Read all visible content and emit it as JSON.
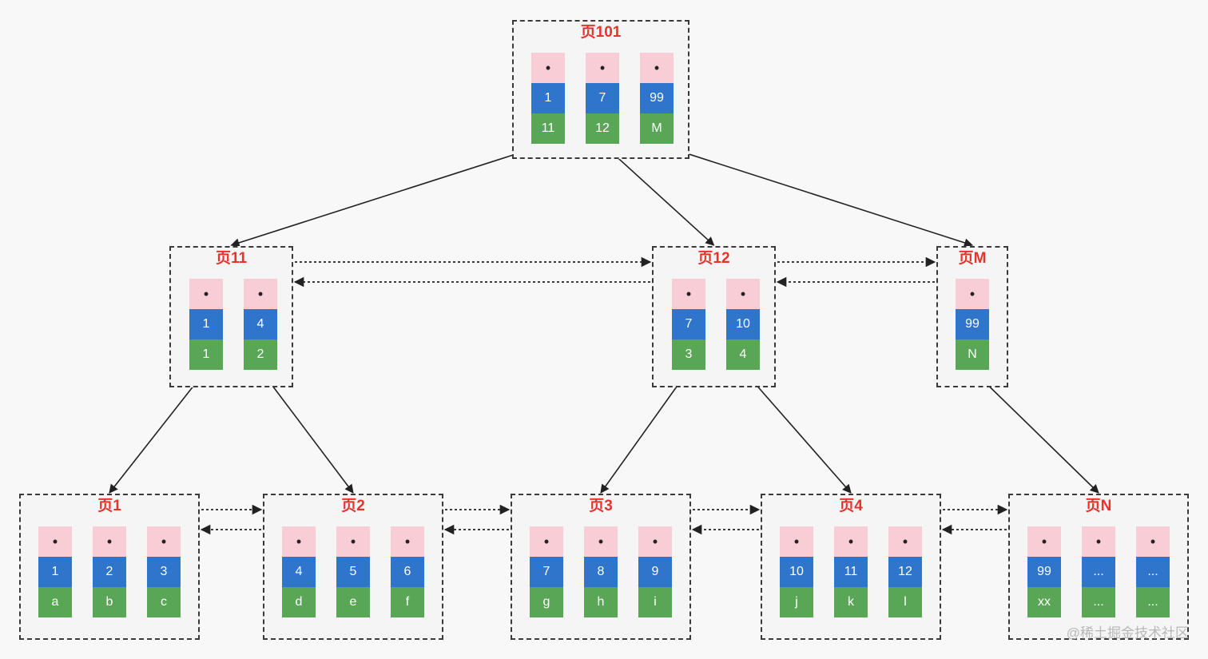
{
  "pages": [
    {
      "id": "p101",
      "title": "页101",
      "entries": [
        {
          "ptr": "•",
          "key": "1",
          "val": "11"
        },
        {
          "ptr": "•",
          "key": "7",
          "val": "12"
        },
        {
          "ptr": "•",
          "key": "99",
          "val": "M"
        }
      ]
    },
    {
      "id": "p11",
      "title": "页11",
      "entries": [
        {
          "ptr": "•",
          "key": "1",
          "val": "1"
        },
        {
          "ptr": "•",
          "key": "4",
          "val": "2"
        }
      ]
    },
    {
      "id": "p12",
      "title": "页12",
      "entries": [
        {
          "ptr": "•",
          "key": "7",
          "val": "3"
        },
        {
          "ptr": "•",
          "key": "10",
          "val": "4"
        }
      ]
    },
    {
      "id": "pM",
      "title": "页M",
      "entries": [
        {
          "ptr": "•",
          "key": "99",
          "val": "N"
        }
      ]
    },
    {
      "id": "p1",
      "title": "页1",
      "entries": [
        {
          "ptr": "•",
          "key": "1",
          "val": "a"
        },
        {
          "ptr": "•",
          "key": "2",
          "val": "b"
        },
        {
          "ptr": "•",
          "key": "3",
          "val": "c"
        }
      ]
    },
    {
      "id": "p2",
      "title": "页2",
      "entries": [
        {
          "ptr": "•",
          "key": "4",
          "val": "d"
        },
        {
          "ptr": "•",
          "key": "5",
          "val": "e"
        },
        {
          "ptr": "•",
          "key": "6",
          "val": "f"
        }
      ]
    },
    {
      "id": "p3",
      "title": "页3",
      "entries": [
        {
          "ptr": "•",
          "key": "7",
          "val": "g"
        },
        {
          "ptr": "•",
          "key": "8",
          "val": "h"
        },
        {
          "ptr": "•",
          "key": "9",
          "val": "i"
        }
      ]
    },
    {
      "id": "p4",
      "title": "页4",
      "entries": [
        {
          "ptr": "•",
          "key": "10",
          "val": "j"
        },
        {
          "ptr": "•",
          "key": "11",
          "val": "k"
        },
        {
          "ptr": "•",
          "key": "12",
          "val": "l"
        }
      ]
    },
    {
      "id": "pN",
      "title": "页N",
      "entries": [
        {
          "ptr": "•",
          "key": "99",
          "val": "xx"
        },
        {
          "ptr": "•",
          "key": "...",
          "val": "..."
        },
        {
          "ptr": "•",
          "key": "...",
          "val": "..."
        }
      ]
    }
  ],
  "tree_edges": [
    {
      "from": "p101",
      "entry": 0,
      "to": "p11"
    },
    {
      "from": "p101",
      "entry": 1,
      "to": "p12"
    },
    {
      "from": "p101",
      "entry": 2,
      "to": "pM"
    },
    {
      "from": "p11",
      "entry": 0,
      "to": "p1"
    },
    {
      "from": "p11",
      "entry": 1,
      "to": "p2"
    },
    {
      "from": "p12",
      "entry": 0,
      "to": "p3"
    },
    {
      "from": "p12",
      "entry": 1,
      "to": "p4"
    },
    {
      "from": "pM",
      "entry": 0,
      "to": "pN"
    }
  ],
  "sibling_links": [
    [
      "p11",
      "p12"
    ],
    [
      "p12",
      "pM"
    ],
    [
      "p1",
      "p2"
    ],
    [
      "p2",
      "p3"
    ],
    [
      "p3",
      "p4"
    ],
    [
      "p4",
      "pN"
    ]
  ],
  "colors": {
    "title": "#e8322e",
    "pointer_cell": "#f8cdd6",
    "key_cell": "#2f75cc",
    "value_cell": "#5aa657",
    "border": "#3a3a3a",
    "arrow": "#222222"
  },
  "watermark": "@稀土掘金技术社区"
}
